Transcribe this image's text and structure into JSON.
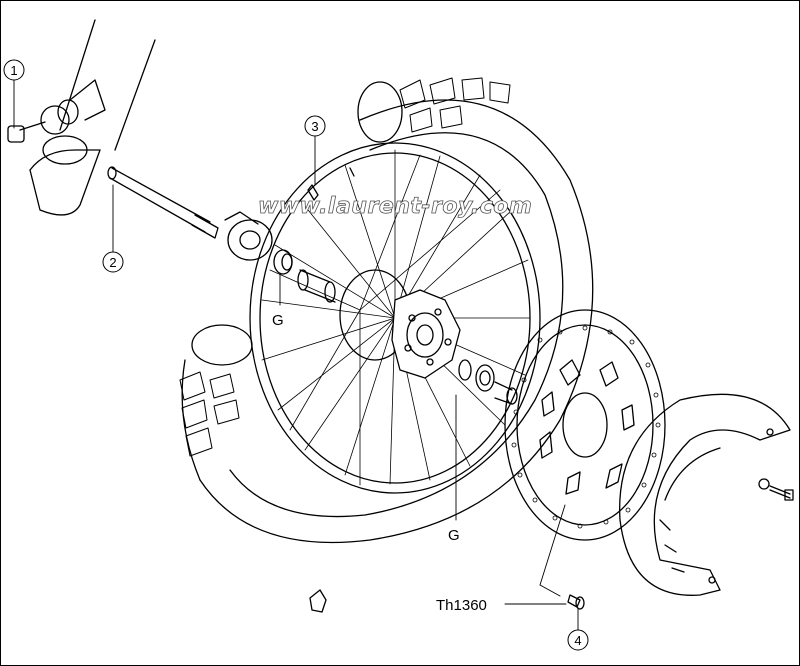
{
  "watermark": "www.laurent-roy.com",
  "callouts": {
    "c1": "1",
    "c2": "2",
    "c3": "3",
    "c4": "4"
  },
  "labels": {
    "grease_upper": "G",
    "grease_lower": "G",
    "thread_lock": "Th1360"
  },
  "colors": {
    "line": "#000000",
    "background": "#ffffff"
  }
}
